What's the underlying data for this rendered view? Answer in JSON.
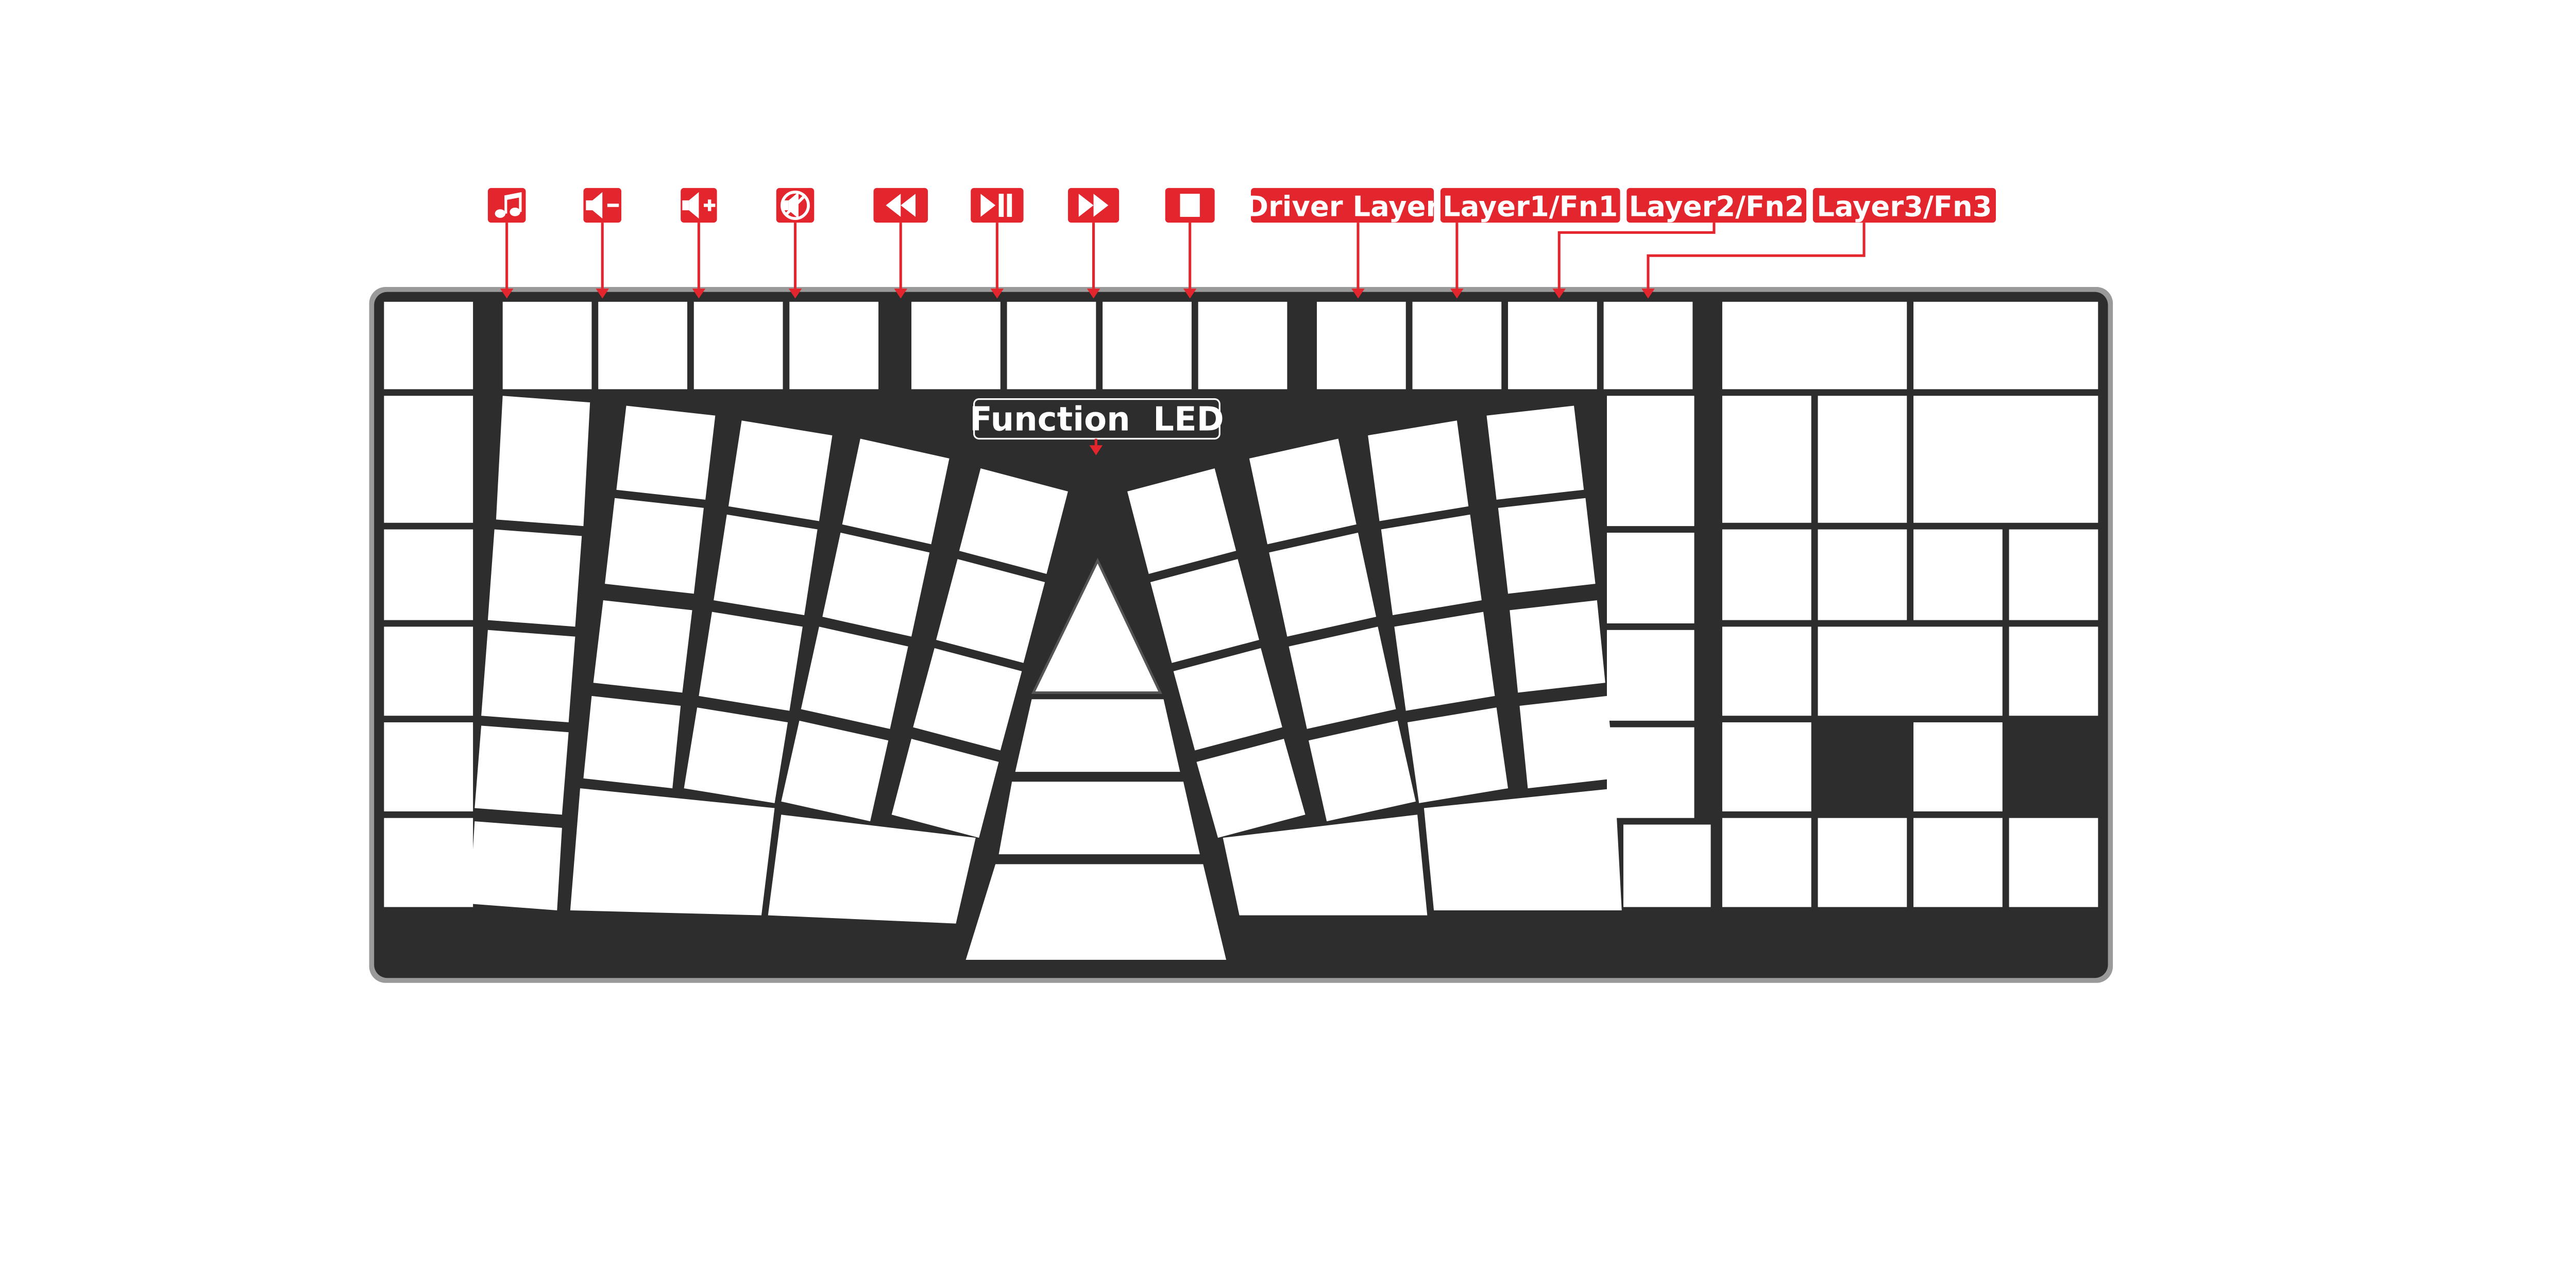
{
  "diagram": {
    "media_labels": [
      {
        "id": "music",
        "icon": "music-note-icon"
      },
      {
        "id": "vol-down",
        "icon": "volume-down-icon"
      },
      {
        "id": "vol-up",
        "icon": "volume-up-icon"
      },
      {
        "id": "mute",
        "icon": "mute-icon"
      },
      {
        "id": "prev",
        "icon": "previous-track-icon"
      },
      {
        "id": "play-pause",
        "icon": "play-pause-icon"
      },
      {
        "id": "next",
        "icon": "next-track-icon"
      },
      {
        "id": "stop",
        "icon": "stop-icon"
      }
    ],
    "text_labels": [
      {
        "id": "driver-layer",
        "text": "Driver Layer"
      },
      {
        "id": "layer1",
        "text": "Layer1/Fn1"
      },
      {
        "id": "layer2",
        "text": "Layer2/Fn2"
      },
      {
        "id": "layer3",
        "text": "Layer3/Fn3"
      }
    ],
    "function_led": {
      "text": "Function  LED"
    },
    "colors": {
      "accent": "#e3262e",
      "keyboard_case": "#2d2d2d",
      "keycap": "#ffffff",
      "frame": "#8a8a8a"
    }
  }
}
